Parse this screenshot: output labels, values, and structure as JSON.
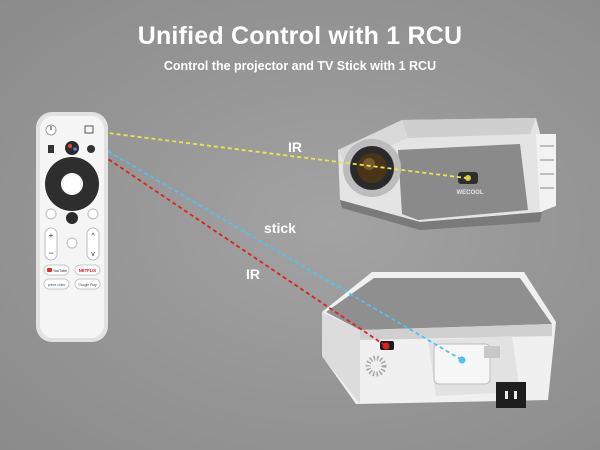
{
  "header": {
    "title": "Unified Control with 1 RCU",
    "subtitle": "Control the projector and TV Stick with 1 RCU"
  },
  "signal_labels": {
    "ir_projector": "IR",
    "stick": "stick",
    "ir_box": "IR"
  },
  "remote": {
    "buttons": [
      "power-icon",
      "input-icon",
      "bookmark-icon",
      "assistant-icon",
      "settings-icon",
      "back-icon",
      "home-icon",
      "tv-icon",
      "volume-up-icon",
      "volume-down-icon",
      "mute-icon",
      "channel-up-icon",
      "channel-down-icon"
    ],
    "app_buttons": {
      "youtube": "YouTube",
      "netflix": "NETFLIX",
      "prime": "prime video",
      "googleplay": "Google Play"
    }
  },
  "projector_brand": "WECOOL",
  "colors": {
    "background": "#959595",
    "ir_beam_top": "#e8e84a",
    "stick_beam": "#4fc3f0",
    "ir_beam_bottom": "#e02020",
    "text": "#ffffff"
  }
}
